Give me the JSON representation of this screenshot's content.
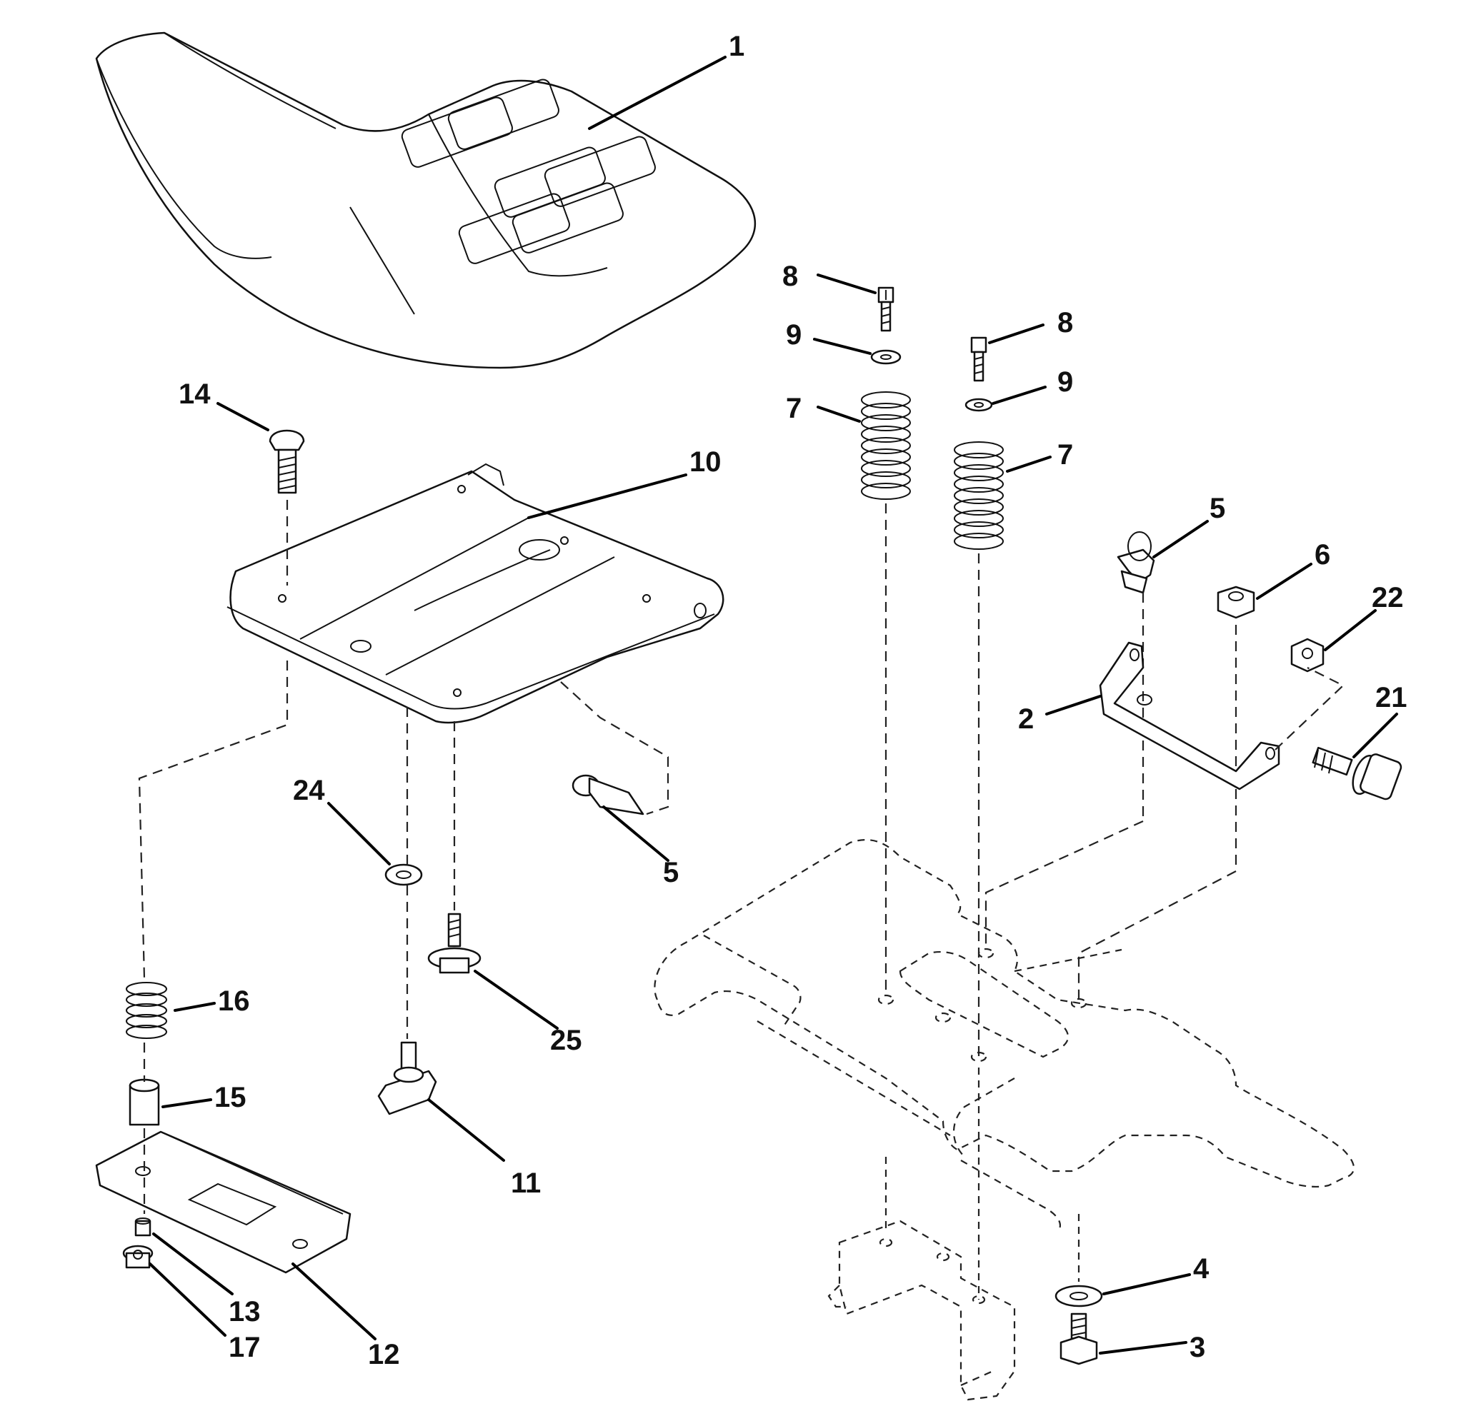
{
  "callouts": {
    "c1": "1",
    "c2": "2",
    "c3": "3",
    "c4": "4",
    "c5a": "5",
    "c5b": "5",
    "c6": "6",
    "c7a": "7",
    "c7b": "7",
    "c8a": "8",
    "c8b": "8",
    "c9a": "9",
    "c9b": "9",
    "c10": "10",
    "c11": "11",
    "c12": "12",
    "c13": "13",
    "c14": "14",
    "c15": "15",
    "c16": "16",
    "c17": "17",
    "c21": "21",
    "c22": "22",
    "c24": "24",
    "c25": "25"
  },
  "colors": {
    "line": "#111111",
    "background": "#ffffff",
    "shade": "#d8d8d8"
  }
}
